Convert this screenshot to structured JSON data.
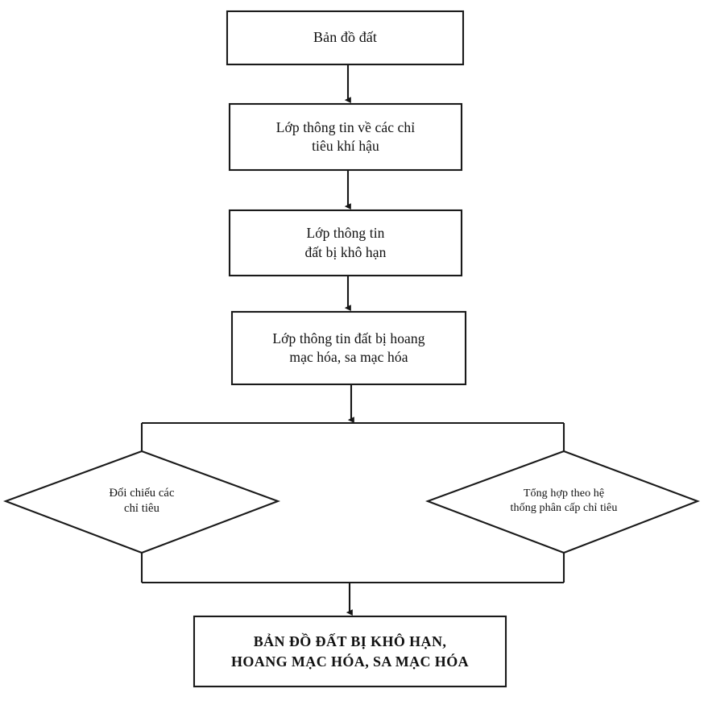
{
  "diagram": {
    "type": "flowchart",
    "orientation": "top-to-bottom",
    "background_color": "#ffffff",
    "stroke_color": "#1a1a1a",
    "text_color": "#111111",
    "nodes": [
      {
        "id": "node-soil-map",
        "shape": "rectangle",
        "label": "Bản đồ đất"
      },
      {
        "id": "node-climate-indicator-layer",
        "shape": "rectangle",
        "label": "Lớp thông tin về các chỉ\ntiêu khí hậu"
      },
      {
        "id": "node-drought-land-layer",
        "shape": "rectangle",
        "label": "Lớp thông tin\nđất bị khô hạn"
      },
      {
        "id": "node-desertification-layer",
        "shape": "rectangle",
        "label": "Lớp thông tin đất bị hoang\nmạc hóa, sa mạc hóa"
      },
      {
        "id": "node-compare-indicators",
        "shape": "diamond",
        "label": "Đối chiếu các\nchỉ tiêu"
      },
      {
        "id": "node-aggregate-hierarchy",
        "shape": "diamond",
        "label": "Tổng hợp theo hệ\nthống phân cấp chỉ tiêu"
      },
      {
        "id": "node-result-map",
        "shape": "rectangle",
        "label": "BẢN ĐỒ ĐẤT BỊ KHÔ HẠN,\nHOANG MẠC HÓA, SA MẠC HÓA"
      }
    ],
    "connectors": [
      {
        "id": "arrow-1",
        "from": "node-soil-map",
        "to": "node-climate-indicator-layer",
        "style": "arrow-down"
      },
      {
        "id": "arrow-2",
        "from": "node-climate-indicator-layer",
        "to": "node-drought-land-layer",
        "style": "arrow-down"
      },
      {
        "id": "arrow-3",
        "from": "node-drought-land-layer",
        "to": "node-desertification-layer",
        "style": "arrow-down"
      },
      {
        "id": "arrow-4",
        "from": "node-desertification-layer",
        "to": "split-bus-top",
        "style": "arrow-down"
      },
      {
        "id": "bus-top",
        "from": "split-bus-top",
        "to": "node-compare-indicators,node-aggregate-hierarchy",
        "style": "horizontal-bus"
      },
      {
        "id": "bus-bottom",
        "from": "node-compare-indicators,node-aggregate-hierarchy",
        "to": "merge-bus-bottom",
        "style": "horizontal-bus"
      },
      {
        "id": "arrow-5",
        "from": "merge-bus-bottom",
        "to": "node-result-map",
        "style": "arrow-down"
      }
    ]
  }
}
